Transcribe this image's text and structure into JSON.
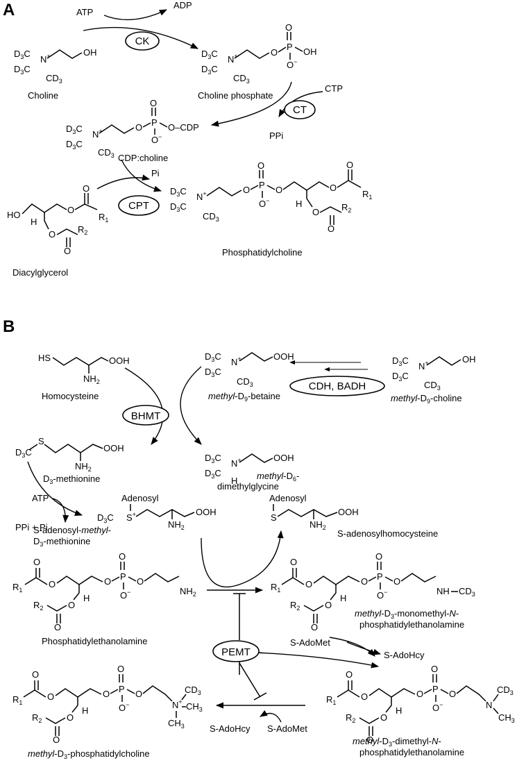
{
  "panels": {
    "a": "A",
    "b": "B"
  },
  "panel_a": {
    "atp": "ATP",
    "adp": "ADP",
    "enzyme_ck": "CK",
    "choline": "Choline",
    "choline_phosphate": "Choline phosphate",
    "ctp": "CTP",
    "enzyme_ct": "CT",
    "ppi": "PPi",
    "cdp_choline": "CDP:choline",
    "cdp_group": "O–CDP",
    "pi": "Pi",
    "enzyme_cpt": "CPT",
    "diacylglycerol": "Diacylglycerol",
    "phosphatidylcholine": "Phosphatidylcholine"
  },
  "panel_b": {
    "homocysteine": "Homocysteine",
    "betaine_prefix": "methyl",
    "betaine_suffix": "-betaine",
    "enzyme_cdh": "CDH, BADH",
    "d9_choline_suffix": "-choline",
    "enzyme_bhmt": "BHMT",
    "methionine_suffix": "-methionine",
    "dmg_suffix": "-",
    "dmg_line2": "dimethylglycine",
    "atp": "ATP",
    "ppi_pi": "PPi + Pi",
    "adenosyl": "Adenosyl",
    "sam_line1": "S-adenosyl-",
    "sam_methyl": "methyl",
    "sam_dash": "-",
    "sam_line2_suffix": "-methionine",
    "sah": "S-adenosylhomocysteine",
    "pe": "Phosphatidylethanolamine",
    "mmpe_suffix": "-monomethyl-",
    "n_italic": "N",
    "mmpe_dash": "-",
    "mmpe_line2": "phosphatidylethanolamine",
    "enzyme_pemt": "PEMT",
    "s_adomet": "S-AdoMet",
    "s_adohcy": "S-AdoHcy",
    "dmpe_suffix": "-dimethyl-",
    "dmpe_line2": "phosphatidylethanolamine",
    "pc_suffix": "-phosphatidylcholine"
  }
}
